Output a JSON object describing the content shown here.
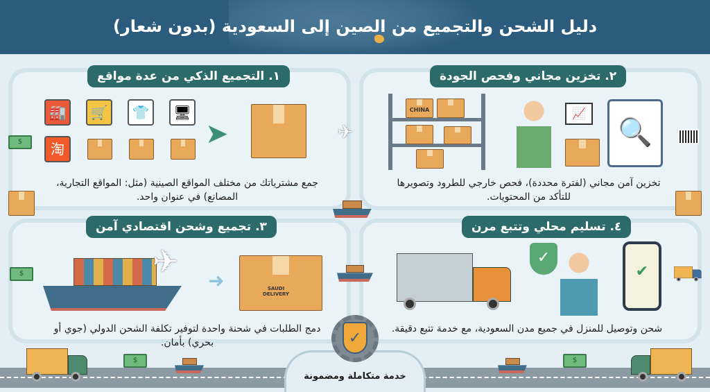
{
  "header": {
    "title": "دليل الشحن والتجميع من الصين إلى السعودية (بدون شعار)"
  },
  "steps": [
    {
      "title": "١. التجميع الذكي من عدة مواقع",
      "description": "جمع مشترياتك من مختلف المواقع الصينية (مثل: المواقع التجارية، المصانع) في عنوان واحد."
    },
    {
      "title": "٢. تخزين مجاني وفحص الجودة",
      "description": "تخزين آمن مجاني (لفترة محددة)، فحص خارجي للطرود وتصويرها للتأكد من المحتويات.",
      "box_label": "CHINA"
    },
    {
      "title": "٣. تجميع وشحن اقتصادي آمن",
      "description": "دمج الطلبات في شحنة واحدة لتوفير تكلفة الشحن الدولي (جوي أو بحري) بأمان.",
      "box_label": "SAUDI DELIVERY"
    },
    {
      "title": "٤. تسليم محلي وتتبع مرن",
      "description": "شحن وتوصيل للمنزل في جميع مدن السعودية، مع خدمة تتبع دقيقة."
    }
  ],
  "footer": {
    "badge_label": "خدمة متكاملة ومضمونة"
  },
  "icons": {
    "shop": "factory-icon",
    "cart": "cart-icon",
    "clothes": "hanger-icon",
    "devices": "computer-icon",
    "taobao": "taobao-icon",
    "shield": "shield-check-icon"
  },
  "colors": {
    "header": "#2b5b7d",
    "pill": "#2c6b69",
    "background": "#e3eff5",
    "box": "#e9a95a"
  }
}
